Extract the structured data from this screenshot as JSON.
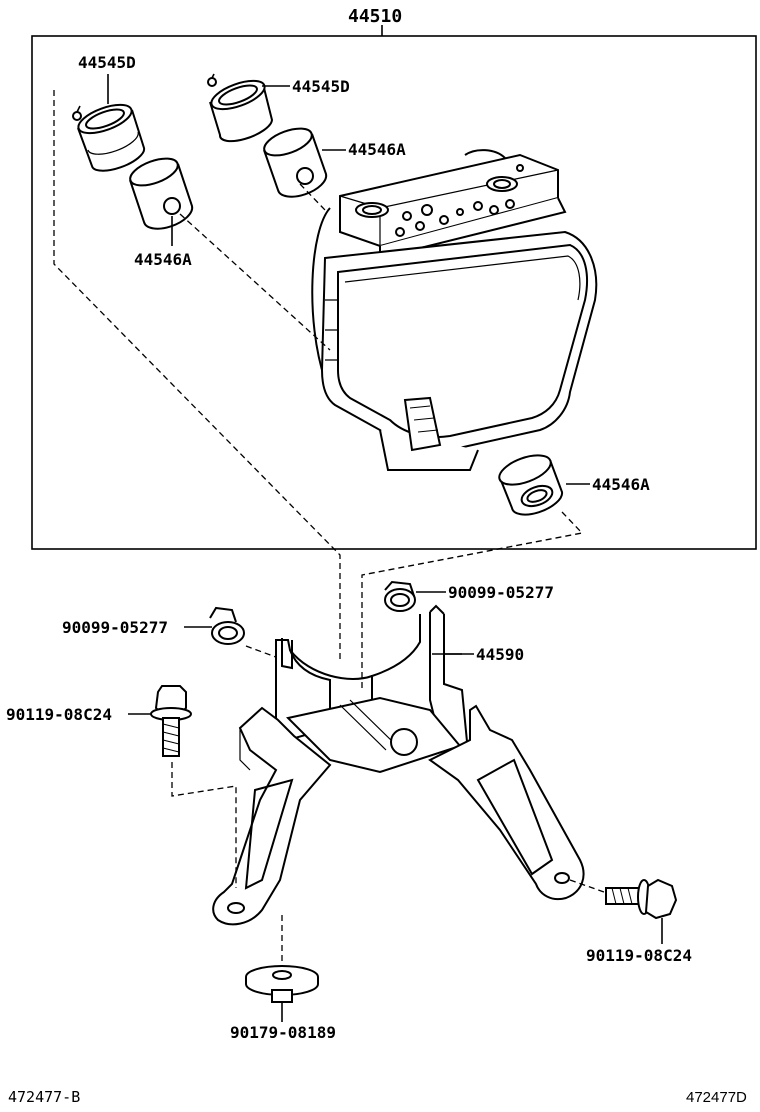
{
  "labels": {
    "assembly": "44510",
    "reservoir_seal_left": "44545D",
    "reservoir_seal_right": "44545D",
    "cushion_top": "44546A",
    "cushion_left": "44546A",
    "cushion_bottom": "44546A",
    "grommet_right": "90099-05277",
    "grommet_left": "90099-05277",
    "bracket": "44590",
    "bolt_left": "90119-08C24",
    "bolt_right": "90119-08C24",
    "washer_bolt": "90179-08189"
  },
  "footer": {
    "left_code": "472477-B",
    "right_code": "472477D"
  }
}
